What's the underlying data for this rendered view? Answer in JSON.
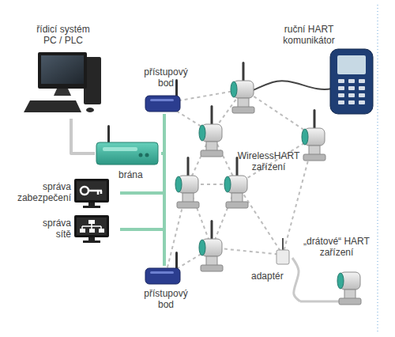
{
  "diagram": {
    "nodes": [
      {
        "text": [
          "řídicí systém PC / PLC"
        ]
      },
      {
        "text": [
          "brána"
        ]
      },
      {
        "text": [
          "přístupový bod"
        ]
      },
      {
        "text": [
          "přístupový bod"
        ]
      },
      {
        "text": [
          "správa zabezpečení"
        ]
      },
      {
        "text": [
          "správa sítě"
        ]
      },
      {
        "text": [
          "ruční HART komunikátor"
        ]
      },
      {
        "text": [
          "adaptér"
        ]
      },
      {
        "text": [
          "„drátové“ HART zařízení"
        ]
      }
    ],
    "edges": [
      {
        "from": 0,
        "to": 1,
        "arrow": "none"
      },
      {
        "from": 1,
        "to": 2,
        "arrow": "none"
      },
      {
        "from": 1,
        "to": 3,
        "arrow": "none"
      },
      {
        "from": 1,
        "to": 4,
        "arrow": "none"
      },
      {
        "from": 1,
        "to": 5,
        "arrow": "none"
      },
      {
        "from": 7,
        "to": 8,
        "arrow": "none"
      }
    ],
    "labels": [
      "WirelessHART zařízení"
    ]
  }
}
